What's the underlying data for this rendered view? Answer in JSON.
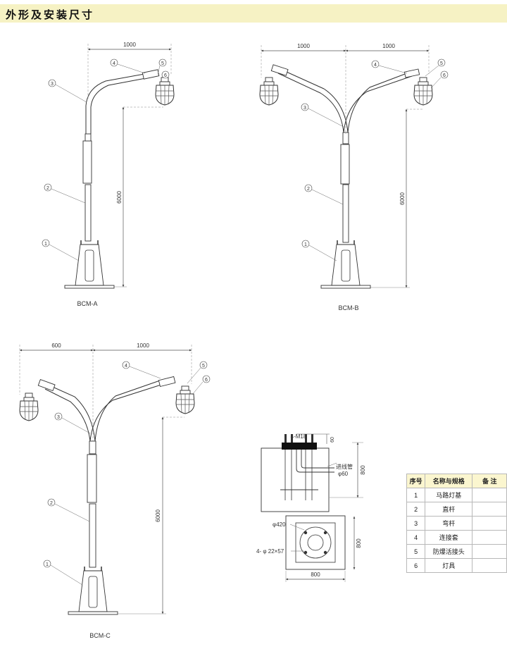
{
  "header": {
    "title": "外形及安装尺寸"
  },
  "models": {
    "a": {
      "label": "BCM-A",
      "dims": {
        "arm": "1000",
        "height": "6000"
      }
    },
    "b": {
      "label": "BCM-B",
      "dims": {
        "arm_left": "1000",
        "arm_right": "1000",
        "height": "6000"
      }
    },
    "c": {
      "label": "BCM-C",
      "dims": {
        "arm_left": "600",
        "arm_right": "1000",
        "height": "6000"
      }
    }
  },
  "callouts": [
    "1",
    "2",
    "3",
    "4",
    "5",
    "6"
  ],
  "foundation": {
    "bolts": "4-M18",
    "bolt_top": "60",
    "conduit": "进线管",
    "conduit_dia": "φ60",
    "depth": "800",
    "circle": "φ420",
    "holes": "4- φ 22×57",
    "width": "800",
    "plan_side": "800"
  },
  "table": {
    "headers": [
      "序号",
      "名称与规格",
      "备 注"
    ],
    "rows": [
      {
        "no": "1",
        "name": "马路灯基",
        "note": ""
      },
      {
        "no": "2",
        "name": "直杆",
        "note": ""
      },
      {
        "no": "3",
        "name": "弯杆",
        "note": ""
      },
      {
        "no": "4",
        "name": "连接套",
        "note": ""
      },
      {
        "no": "5",
        "name": "防爆活接头",
        "note": ""
      },
      {
        "no": "6",
        "name": "灯具",
        "note": ""
      }
    ]
  }
}
